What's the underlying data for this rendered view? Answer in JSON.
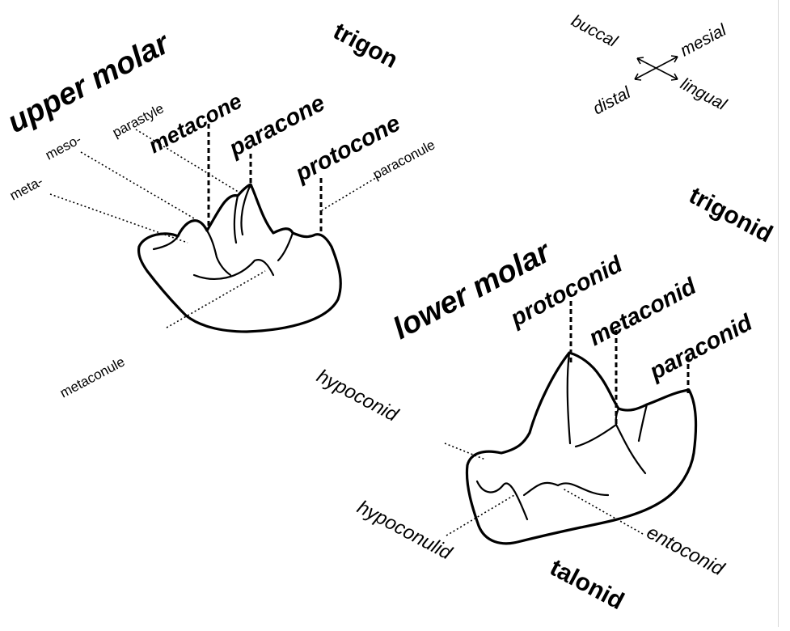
{
  "upper": {
    "title": "upper molar",
    "group": "trigon",
    "metacone": "metacone",
    "paracone": "paracone",
    "protocone": "protocone",
    "meta": "meta-",
    "meso": "meso-",
    "parastyle": "parastyle",
    "paraconule": "paraconule",
    "metaconule": "metaconule"
  },
  "lower": {
    "title": "lower molar",
    "group": "trigonid",
    "talonid": "talonid",
    "protoconid": "protoconid",
    "metaconid": "metaconid",
    "paraconid": "paraconid",
    "hypoconid": "hypoconid",
    "hypoconulid": "hypoconulid",
    "entoconid": "entoconid"
  },
  "compass": {
    "buccal": "buccal",
    "mesial": "mesial",
    "distal": "distal",
    "lingual": "lingual"
  }
}
